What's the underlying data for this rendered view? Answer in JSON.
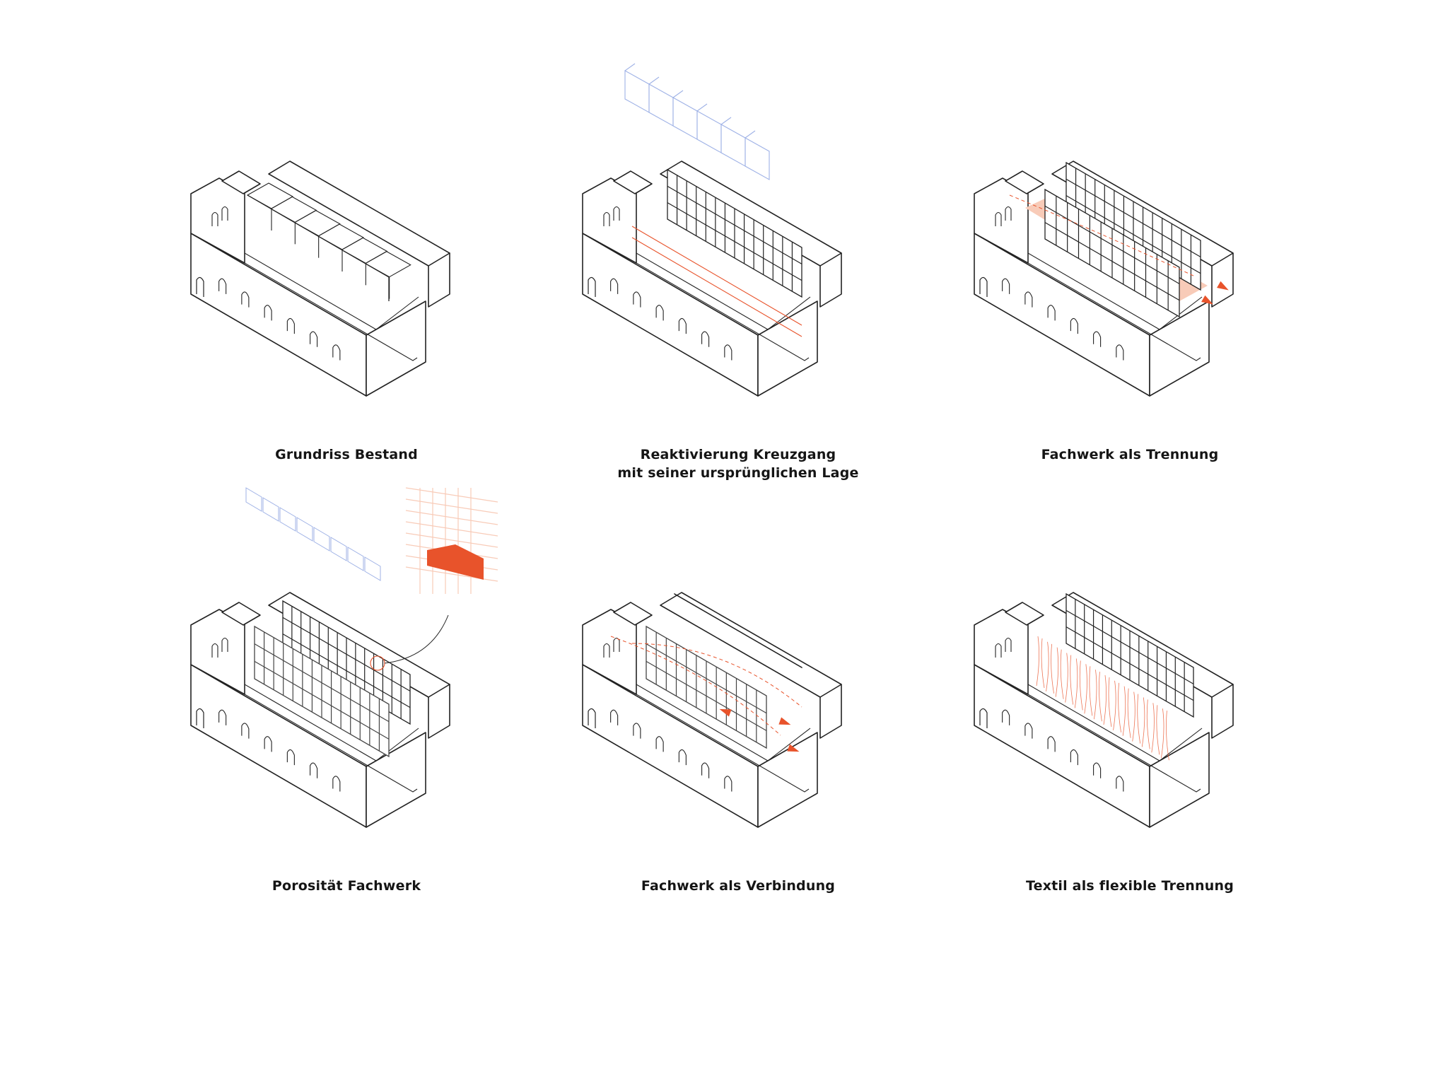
{
  "colors": {
    "line": "#222222",
    "accent": "#e8532b",
    "accent_light": "#f8cbb8",
    "blue": "#9fb2e6"
  },
  "panels": [
    {
      "caption_lines": [
        "Grundriss Bestand"
      ]
    },
    {
      "caption_lines": [
        "Reaktivierung Kreuzgang",
        "mit seiner ursprünglichen Lage"
      ]
    },
    {
      "caption_lines": [
        "Fachwerk als Trennung"
      ]
    },
    {
      "caption_lines": [
        "Porosität Fachwerk"
      ]
    },
    {
      "caption_lines": [
        "Fachwerk als Verbindung"
      ]
    },
    {
      "caption_lines": [
        "Textil als flexible Trennung"
      ]
    }
  ]
}
